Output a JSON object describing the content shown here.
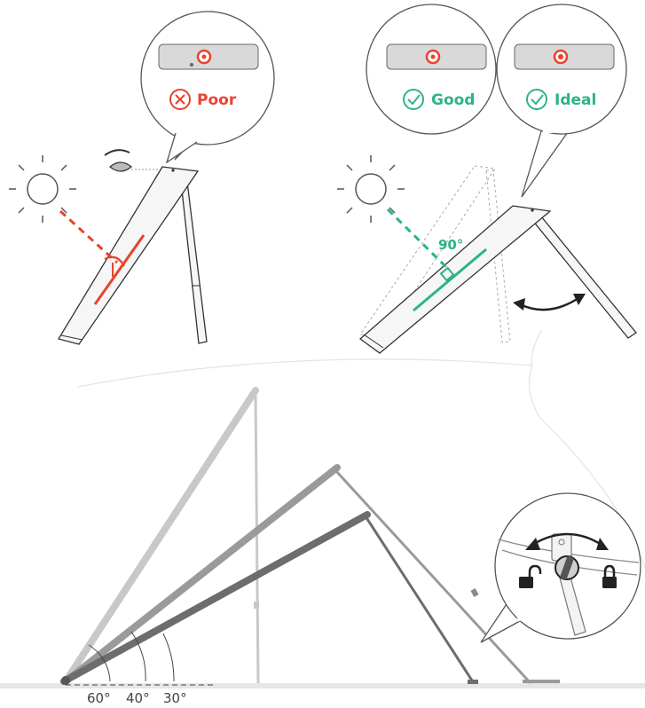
{
  "callouts": {
    "poor": {
      "label": "Poor",
      "color": "#e8432d",
      "icon": "x-circle-icon"
    },
    "good": {
      "label": "Good",
      "color": "#2cb38a",
      "icon": "check-circle-icon"
    },
    "ideal": {
      "label": "Ideal",
      "color": "#2cb38a",
      "icon": "check-circle-icon"
    }
  },
  "right_angle_label": "90°",
  "tilt_angles": [
    "60°",
    "40°",
    "30°"
  ],
  "colors": {
    "poor": "#e8432d",
    "good": "#2cb38a",
    "line": "#333333",
    "panel": "#d9d9d9",
    "leg_light": "#c8c8c8",
    "leg_mid": "#9a9a9a",
    "leg_dark": "#6d6d6d",
    "ground": "#e6e6e6"
  },
  "icons": [
    "sun-icon",
    "eye-icon",
    "lock-open-icon",
    "lock-closed-icon",
    "rotate-arrow-icon",
    "knob-icon"
  ]
}
